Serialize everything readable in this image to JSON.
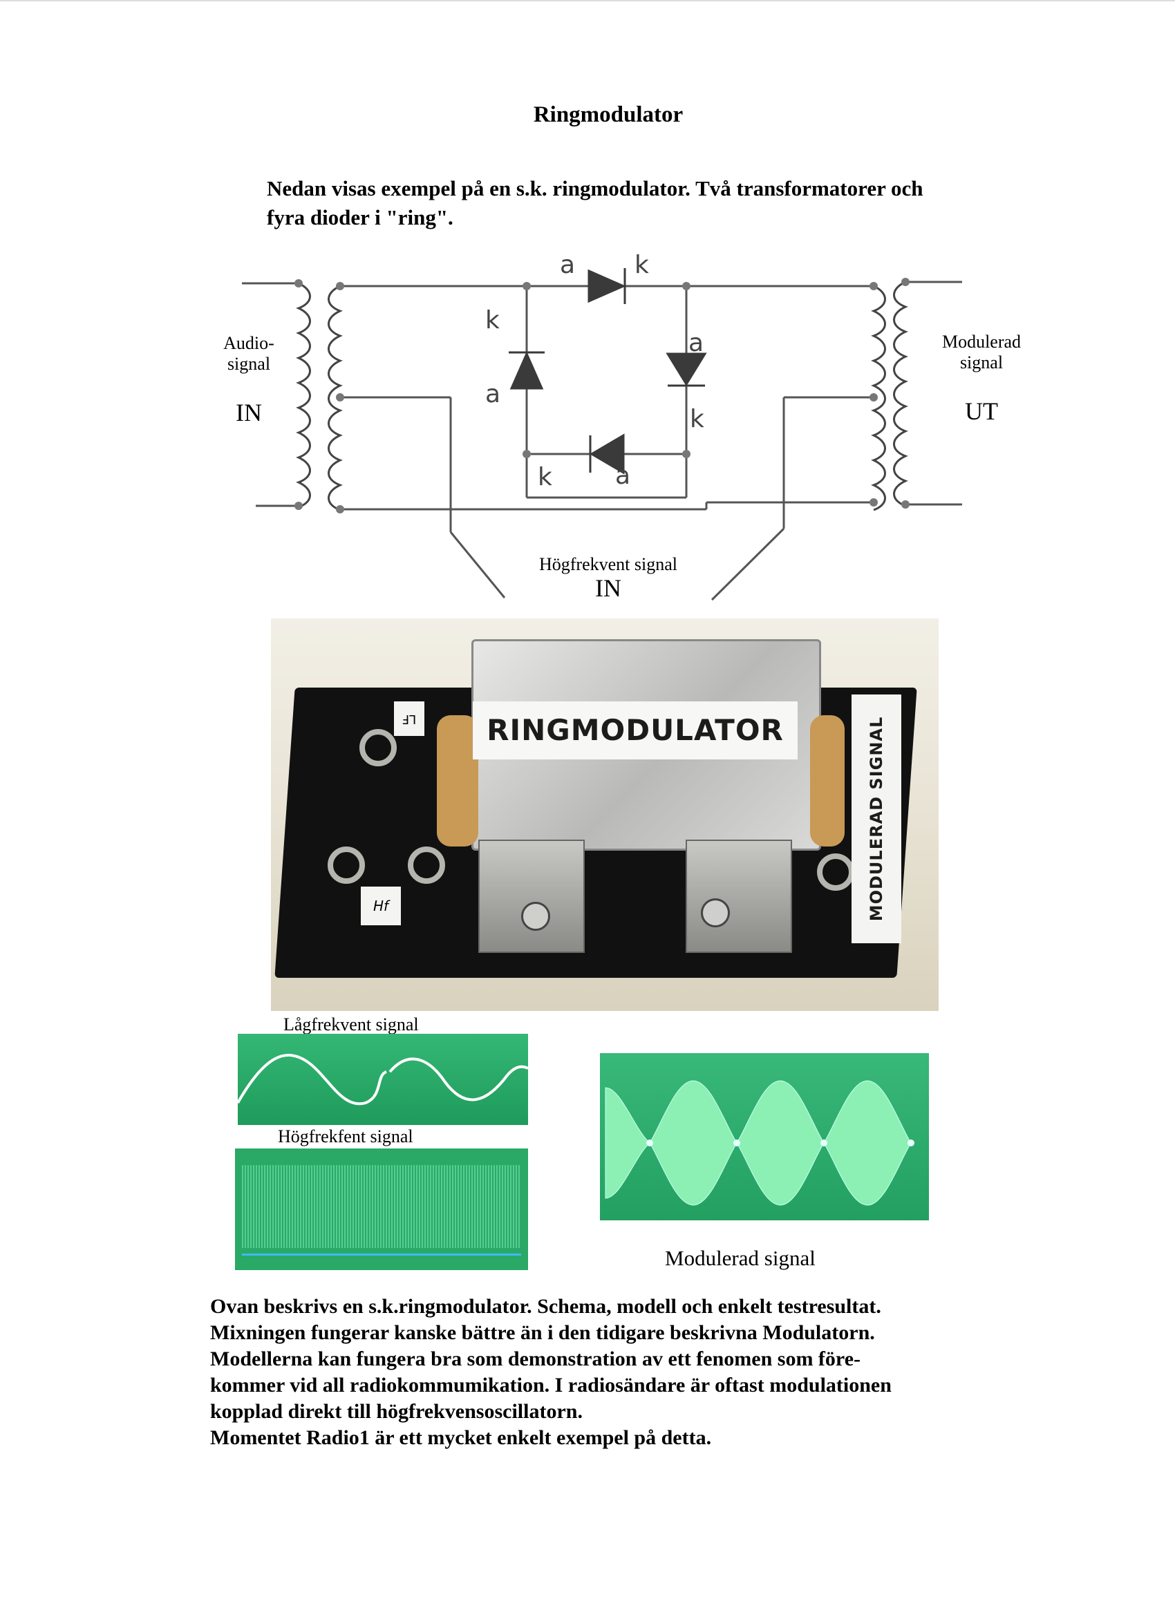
{
  "document": {
    "title": "Ringmodulator",
    "intro_lines": [
      "Nedan visas exempel på en s.k. ringmodulator. Två transformatorer och",
      "fyra dioder i \"ring\"."
    ]
  },
  "schematic": {
    "left_label": [
      "Audio-",
      "signal"
    ],
    "left_io": "IN",
    "right_label": [
      "Modulerad",
      "signal"
    ],
    "right_io": "UT",
    "bottom_label": "Högfrekvent signal",
    "bottom_io": "IN",
    "diode_labels": {
      "top_a": "a",
      "top_k": "k",
      "left_k": "k",
      "left_a": "a",
      "right_a": "a",
      "right_k": "k",
      "bottom_k": "k",
      "bottom_a": "a"
    }
  },
  "photo": {
    "module_label": "RINGMODULATOR",
    "side_label": "MODULERAD SIGNAL",
    "lf_tag": "LF",
    "hf_tag": "Hf"
  },
  "scopes": {
    "low_label": "Lågfrekvent signal",
    "high_label": "Högfrekfent signal",
    "modulated_caption": "Modulerad signal"
  },
  "outro_lines": [
    "Ovan beskrivs en s.k.ringmodulator. Schema, modell och enkelt testresultat.",
    "Mixningen fungerar kanske bättre än i den  tidigare beskrivna Modulatorn.",
    "Modellerna kan fungera bra som demonstration av ett fenomen som före-",
    "kommer vid all radiokommumikation. I radiosändare är oftast modulationen",
    "kopplad direkt till högfrekvensoscillatorn.",
    "Momentet Radio1 är ett mycket enkelt exempel på detta."
  ],
  "colors": {
    "scope_green": "#2fae6a",
    "trace": "#ffffff",
    "mod_trace": "#b8fff2",
    "wire": "#555555",
    "diode": "#3a3a3a"
  }
}
